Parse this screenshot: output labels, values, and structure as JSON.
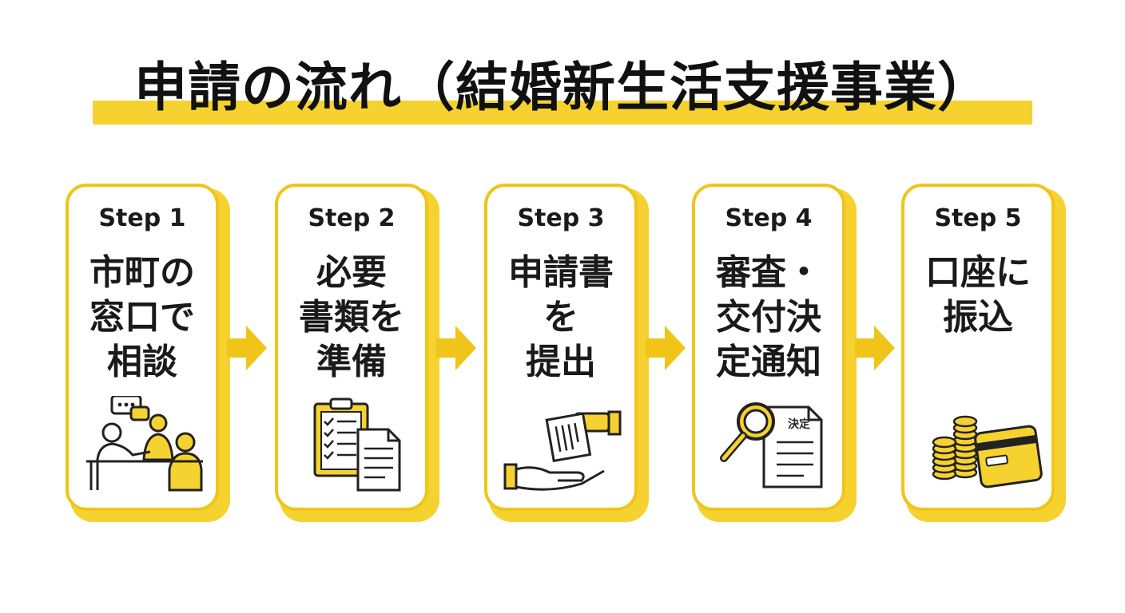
{
  "title": "申請の流れ（結婚新生活支援事業）",
  "steps": [
    {
      "label": "Step 1",
      "text": "市町の\n窓口で\n相談",
      "icon": "consultation-icon"
    },
    {
      "label": "Step 2",
      "text": "必要\n書類を\n準備",
      "icon": "clipboard-documents-icon"
    },
    {
      "label": "Step 3",
      "text": "申請書\nを\n提出",
      "icon": "handover-document-icon"
    },
    {
      "label": "Step 4",
      "text": "審査・\n交付決\n定通知",
      "icon": "magnifier-document-icon"
    },
    {
      "label": "Step 5",
      "text": "口座に\n振込",
      "icon": "coins-card-icon"
    }
  ],
  "step4_doc_label": "決定",
  "colors": {
    "accent": "#f6d230",
    "border": "#f0c419",
    "text": "#1a1a1a"
  }
}
